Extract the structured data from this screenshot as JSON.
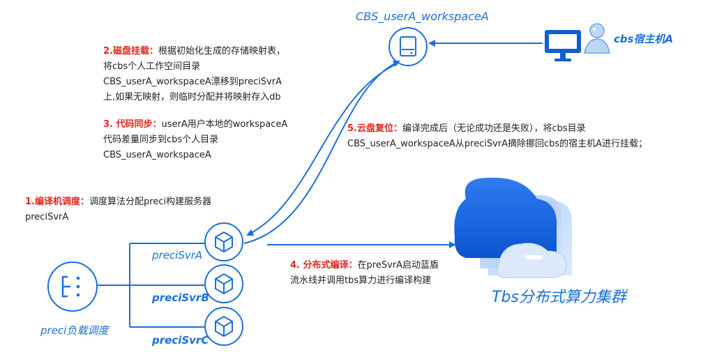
{
  "workspace_title": "CBS_userA_workspaceA",
  "host": {
    "label": "cbs宿主机A"
  },
  "steps": {
    "disk_mount": {
      "title": "2.磁盘挂载：",
      "lines": [
        "根据初始化生成的存储映射表，",
        "将cbs个人工作空间目录",
        "CBS_userA_workspaceA漂移到preciSvrA",
        "上,如果无映射，则临时分配并将映射存入db"
      ]
    },
    "code_sync": {
      "title": "3. 代码同步：",
      "lines": [
        "userA用户本地的workspaceA",
        "代码差量同步到cbs个人目录",
        "CBS_userA_workspaceA"
      ]
    },
    "disk_reset": {
      "title": "5.云盘复位：",
      "lines": [
        "编译完成后（无论成功还是失败），将cbs目录",
        "CBS_userA_workspaceA从preciSvrA摘除挪回cbs的宿主机A进行挂载；"
      ]
    },
    "scheduling": {
      "title": "1.编译机调度：",
      "lines": [
        "调度算法分配preci构建服务器",
        "preciSvrA"
      ]
    },
    "distributed_compile": {
      "title": "4. 分布式编译：",
      "lines": [
        "在preSvrA启动蓝盾",
        "流水线并调用tbs算力进行编译构建"
      ]
    }
  },
  "servers": [
    "preciSvrA",
    "preciSvrB",
    "preciSvrC"
  ],
  "load_balancer": {
    "label": "preci负载调度"
  },
  "cluster": {
    "label": "Tbs分布式算力集群"
  },
  "colors": {
    "blue": "#1a6fdc",
    "red": "#e8231a",
    "dark_blue": "#0f5fd0"
  }
}
